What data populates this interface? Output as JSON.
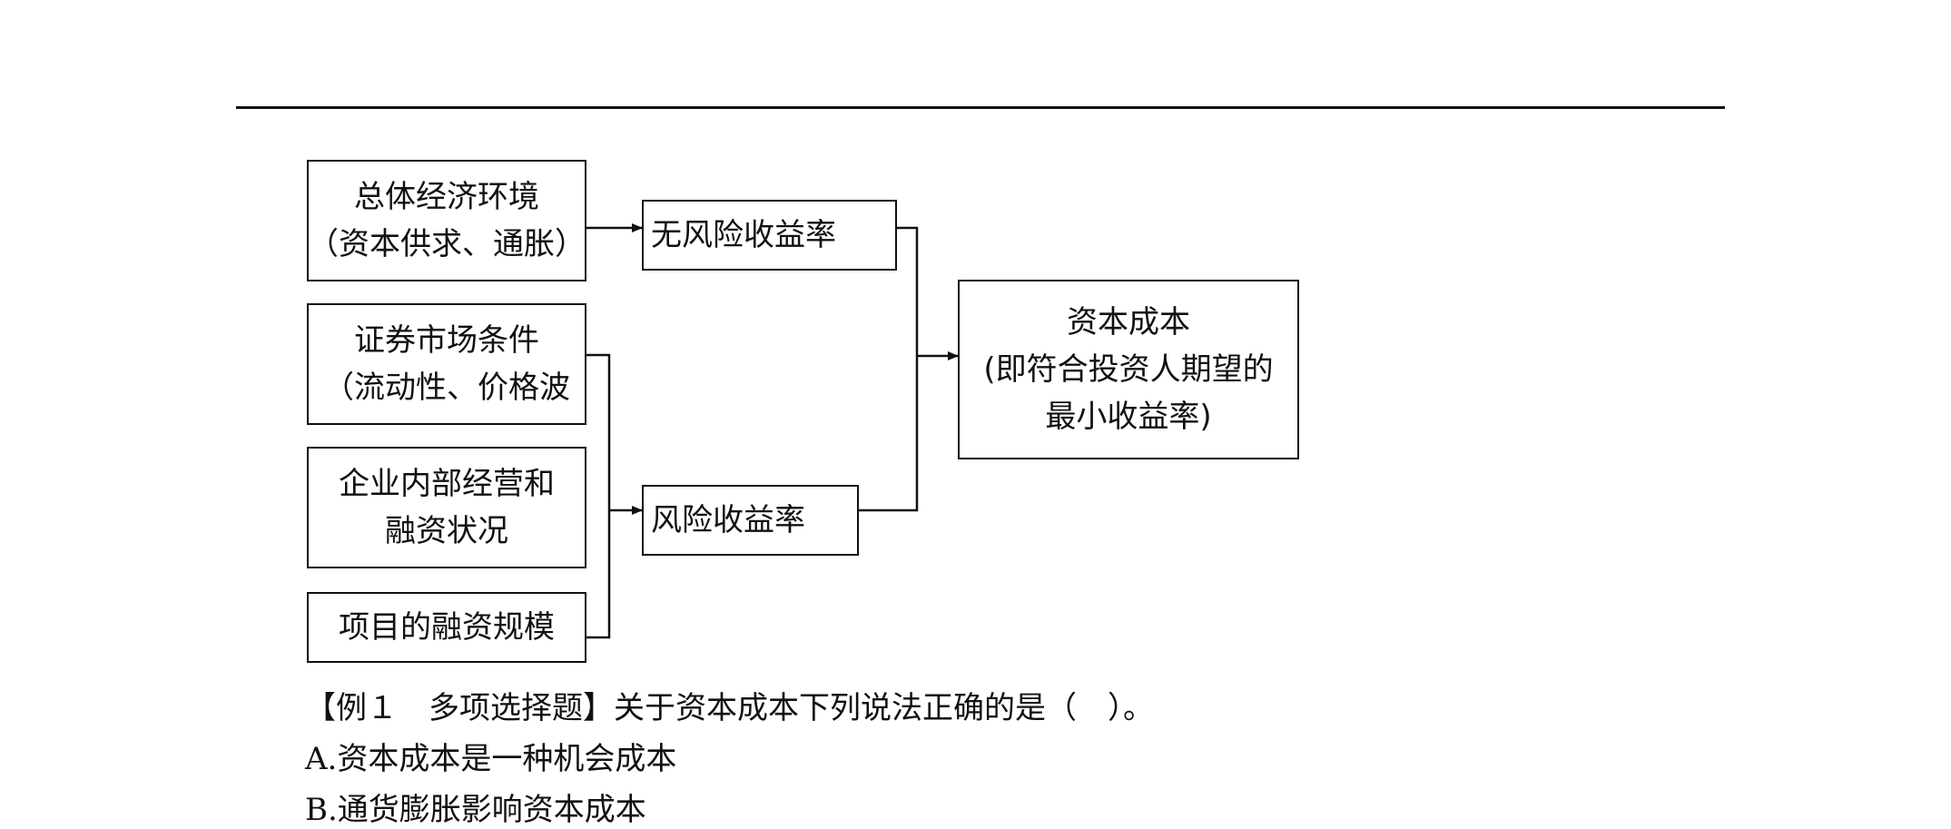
{
  "flowchart": {
    "boxes": {
      "overall_economy": {
        "line1": "总体经济环境",
        "line2": "（资本供求、通胀）"
      },
      "securities_market": {
        "line1": "证券市场条件",
        "line2": "（流动性、价格波"
      },
      "internal_operations": {
        "line1": "企业内部经营和",
        "line2": "融资状况"
      },
      "financing_scale": {
        "line1": "项目的融资规模"
      },
      "risk_free_rate": {
        "line1": "无风险收益率"
      },
      "risk_rate": {
        "line1": "风险收益率"
      },
      "cost_of_capital": {
        "line1": "资本成本",
        "line2": "(即符合投资人期望的",
        "line3": "最小收益率)"
      }
    }
  },
  "question": {
    "stem": "【例１　多项选择题】关于资本成本下列说法正确的是（　）。",
    "options": [
      "A.资本成本是一种机会成本",
      "B.通货膨胀影响资本成本"
    ]
  }
}
